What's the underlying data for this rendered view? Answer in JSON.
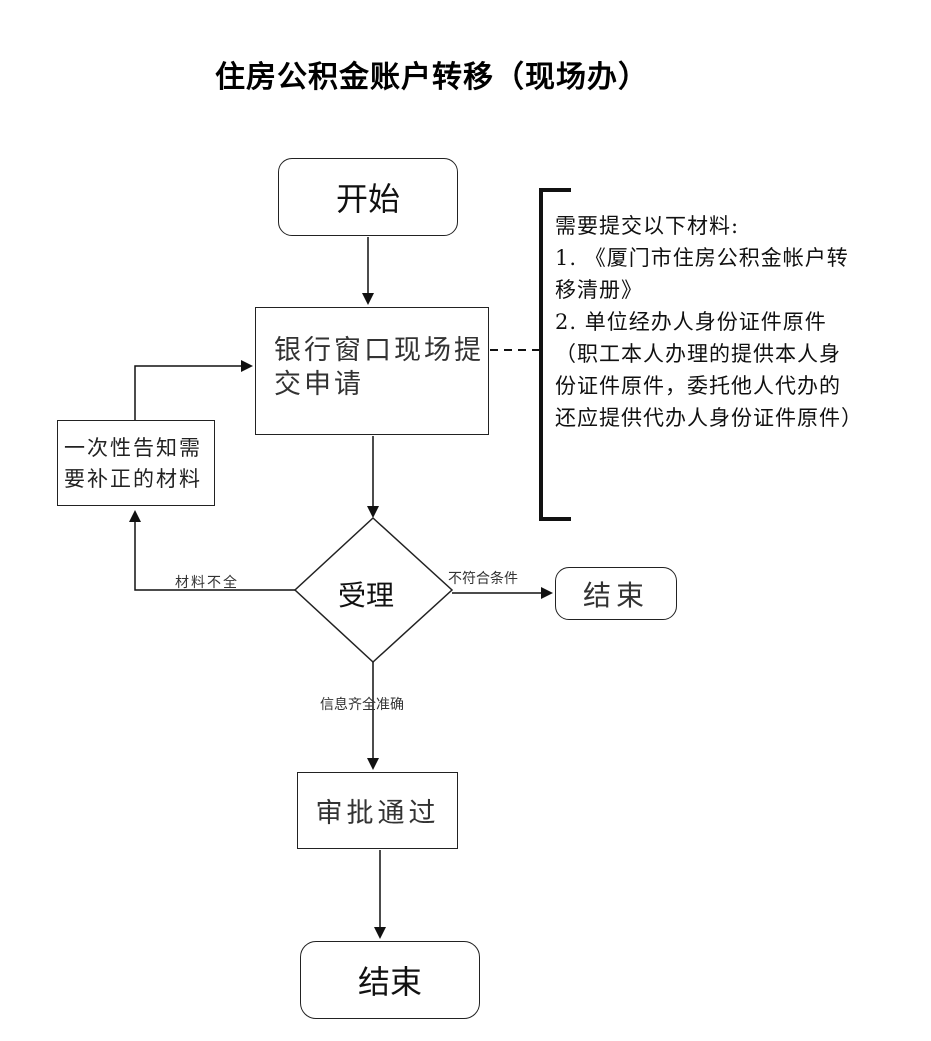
{
  "title": "住房公积金账户转移（现场办）",
  "nodes": {
    "start": "开始",
    "submit": "银行窗口现场提交申请",
    "accept": "受理",
    "notify": "一次性告知需要补正的材料",
    "end_reject": "结束",
    "approve": "审批通过",
    "end_final": "结束"
  },
  "edges": {
    "incomplete": "材料不全",
    "not_qualified": "不符合条件",
    "info_ok": "信息齐全准确"
  },
  "materials": {
    "heading": "需要提交以下材料:",
    "item1": "1. 《厦门市住房公积金帐户转移清册》",
    "item2": "2. 单位经办人身份证件原件（职工本人办理的提供本人身份证件原件，委托他人代办的还应提供代办人身份证件原件）"
  }
}
